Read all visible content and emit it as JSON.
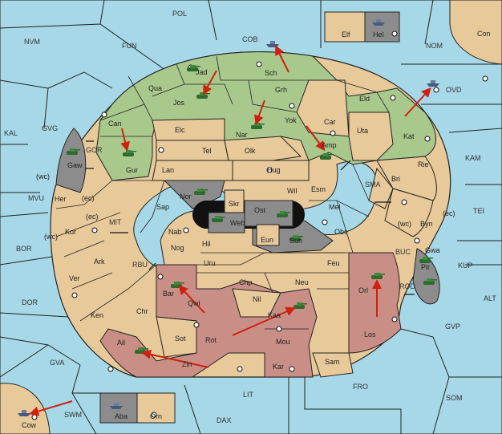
{
  "colors": {
    "sea": "#a6d8e8",
    "land": "#e8c99a",
    "green_power": "#a9c98c",
    "red_power": "#c98f86",
    "grey_power": "#8c8c8c",
    "supply_center": "#111111",
    "order_arrow": "#d02010",
    "border": "#222222"
  },
  "sea_labels": {
    "POL": "POL",
    "NVM": "NVM",
    "FUN": "FUN",
    "COB": "COB",
    "NOM": "NOM",
    "KAL": "KAL",
    "GVG": "GVG",
    "OVD": "OVD",
    "KAM": "KAM",
    "TEI": "TEI",
    "MVU": "MVU",
    "BOR": "BOR",
    "DOR": "DOR",
    "GVA": "GVA",
    "SWM": "SWM",
    "DAX": "DAX",
    "LIT": "LIT",
    "FRO": "FRO",
    "SOM": "SOM",
    "GVP": "GVP",
    "ALT": "ALT",
    "KUP": "KUP",
    "SMA": "SMA",
    "MIT": "MIT",
    "GOR": "GOR",
    "RBU": "RBU",
    "BUC": "BUC",
    "ROD": "ROD"
  },
  "land_labels": {
    "Elf": "Elf",
    "Hel": "Hel",
    "Con": "Con",
    "Sch": "Sch",
    "Jad": "Jad",
    "Qua": "Qua",
    "Grh": "Grh",
    "Jos": "Jos",
    "Eld": "Eld",
    "Can": "Can",
    "Car": "Car",
    "Yok": "Yok",
    "Nar": "Nar",
    "Elc": "Elc",
    "Uta": "Uta",
    "Kat": "Kat",
    "Amp": "Amp",
    "Tel": "Tel",
    "Olk": "Olk",
    "Gur": "Gur",
    "Gaw": "Gaw",
    "Lan": "Lan",
    "Hug": "Hug",
    "Rie": "Rie",
    "Bri": "Bri",
    "Nor": "Nor",
    "Wil": "Wil",
    "Esm": "Esm",
    "Her": "Her",
    "Sap": "Sap",
    "Skr": "Skr",
    "Ost": "Ost",
    "Mel": "Mel",
    "Byn": "Byn",
    "Web": "Web",
    "Kor": "Kor",
    "Nab": "Nab",
    "Eun": "Eun",
    "Obs": "Obs",
    "Gwa": "Gwa",
    "Hil": "Hil",
    "Sun": "Sun",
    "Nog": "Nog",
    "Pir": "Pir",
    "Ark": "Ark",
    "Uru": "Uru",
    "Feu": "Feu",
    "Ver": "Ver",
    "Chp": "Chp",
    "Neu": "Neu",
    "Orl": "Orl",
    "Bar": "Bar",
    "Qwi": "Qwi",
    "Nil": "Nil",
    "Ken": "Ken",
    "Chr": "Chr",
    "Kaa": "Kaa",
    "Los": "Los",
    "Sot": "Sot",
    "Rot": "Rot",
    "Mou": "Mou",
    "Ail": "Ail",
    "Zin": "Zin",
    "Kar": "Kar",
    "Sam": "Sam",
    "Cow": "Cow",
    "Aba": "Aba",
    "Orn": "Orn"
  },
  "coast_tags": [
    "(wc)",
    "(ec)",
    "(ec)",
    "(wc)",
    "(wc)",
    "(ec)"
  ]
}
